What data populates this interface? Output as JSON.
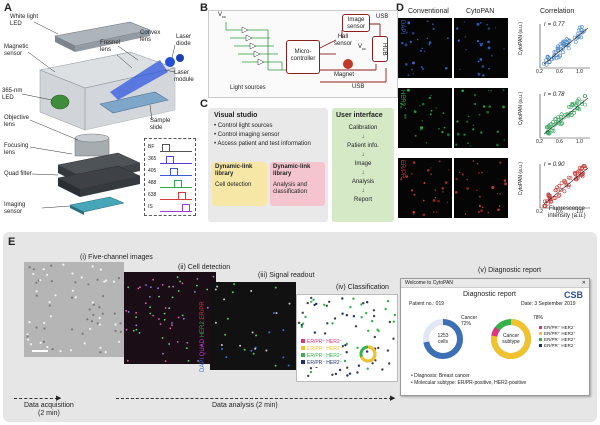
{
  "panels": {
    "A": "A",
    "B": "B",
    "C": "C",
    "D": "D",
    "E": "E"
  },
  "panelA": {
    "labels": {
      "white_led": "White light\nLED",
      "magnetic_sensor": "Magnetic\nsensor",
      "convex_lens": "Convex\nlens",
      "fresnel_lens": "Fresnel\nlens",
      "laser_diode": "Laser\ndiode",
      "laser_module": "Laser\nmodule",
      "led_365": "365-nm\nLED",
      "objective_lens": "Objective\nlens",
      "sample_slide": "Sample\nslide",
      "focusing_lens": "Focusing\nlens",
      "quad_filter": "Quad filter",
      "imaging_sensor": "Imaging\nsensor"
    },
    "channels": [
      "BF",
      "365",
      "405",
      "488",
      "638",
      "IS"
    ],
    "channel_colors": [
      "#555555",
      "#5b3bd6",
      "#3b5bd6",
      "#2aa84a",
      "#d63b3b",
      "#a03bd6"
    ]
  },
  "panelB": {
    "vcc": "V",
    "vcc_sub": "cc",
    "image_sensor": "Image\nsensor",
    "usb_top": "USB",
    "hall_sensor": "Hall\nsensor",
    "vcc2": "V",
    "vcc2_sub": "cc",
    "microcontroller": "Micro-\ncontroller",
    "magnet": "Magnet",
    "usb_bottom": "USB",
    "light_sources": "Light sources",
    "hub": "HUB"
  },
  "panelC": {
    "visual_studio": {
      "title": "Visual studio",
      "items": [
        "Control light sources",
        "Control imaging sensor",
        "Access patient and test information"
      ]
    },
    "dll1": {
      "title": "Dynamic-link\nlibrary",
      "body": "Cell detection"
    },
    "dll2": {
      "title": "Dynamic-link\nlibrary",
      "body": "Analysis and\nclassification"
    },
    "ui": {
      "title": "User interface",
      "steps": [
        "Calibration",
        "Patient info.",
        "Image",
        "Analysis",
        "Report"
      ]
    }
  },
  "panelD": {
    "col_conventional": "Conventional",
    "col_cytopan": "CytoPAN",
    "col_correlation": "Correlation",
    "rows": [
      {
        "marker": "DAPI",
        "color": "#3b6bd6",
        "r": "r = 0.77",
        "dot": "#4a86c8"
      },
      {
        "marker": "HER2",
        "color": "#2aa84a",
        "r": "r = 0.78",
        "dot": "#3aa860"
      },
      {
        "marker": "ER/PR",
        "color": "#d63b3b",
        "r": "r = 0.90",
        "dot": "#c83a3a"
      }
    ],
    "ylabel": "CytoPAN (a.u.)",
    "xlabel": "Fluorescence\nintensity (a.u.)",
    "ticks": [
      "0.2",
      "0.6",
      "1.0"
    ]
  },
  "panelE": {
    "step1": "(i) Five-channel images",
    "step2": "(ii) Cell detection",
    "step3": "(iii) Signal readout",
    "step4": "(iv) Classification",
    "step5": "(v) Diagnostic report",
    "signal_labels": [
      "DAPI",
      "/",
      "QUAD",
      "/",
      "HER2",
      "/",
      "ER/PR"
    ],
    "legend": [
      "ER/PR⁺ HER2⁻",
      "ER/PR⁺ HER2⁺",
      "ER/PR⁻ HER2⁺",
      "ER/PR⁻ HER2⁻"
    ],
    "legend_colors": [
      "#e0337a",
      "#f2c12e",
      "#35b34a",
      "#1f2f6f"
    ],
    "report": {
      "window_title": "Welcome to CytoPAN",
      "logo": "CSB",
      "heading": "Diagnostic report",
      "patient": "Patient no.: 019",
      "date": "Date: 3 September 2019",
      "donut1_center": "1253\ncells",
      "donut1_label": "Cancer\n72%",
      "donut2_center": "Cancer\nsubtype",
      "donut2_label": "78%",
      "legend": [
        "ER/PR⁺ HER2⁻",
        "ER/PR⁺ HER2⁺",
        "ER/PR⁻ HER2⁺",
        "ER/PR⁻ HER2⁻"
      ],
      "diagnosis": "Diagnosis: Breast cancer",
      "subtype": "Molecular subtype: ER/PR-positive, HER2-positive"
    },
    "acq": "Data acquisition\n(2 min)",
    "analysis": "Data analysis (2 min)"
  }
}
